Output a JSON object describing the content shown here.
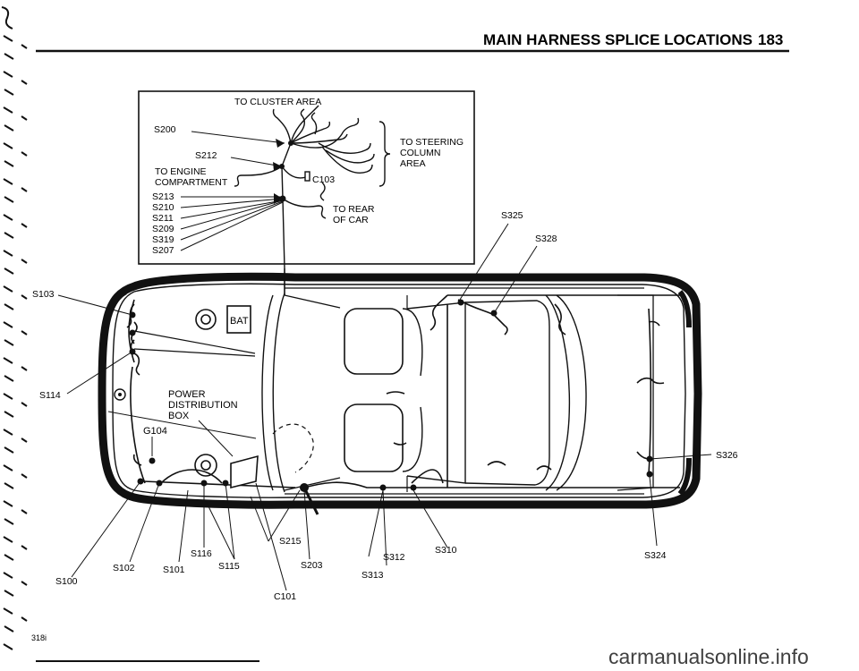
{
  "header": {
    "title": "MAIN HARNESS SPLICE LOCATIONS",
    "page_number": "183"
  },
  "inset": {
    "cluster": "TO CLUSTER AREA",
    "steering": [
      "TO STEERING",
      "COLUMN",
      "AREA"
    ],
    "engine": [
      "TO ENGINE",
      "COMPARTMENT"
    ],
    "rear": [
      "TO REAR",
      "OF CAR"
    ],
    "connector": "C103",
    "splice_top": [
      "S200",
      "S212"
    ],
    "splice_stack": [
      "S213",
      "S210",
      "S211",
      "S209",
      "S319",
      "S207"
    ]
  },
  "car": {
    "battery": "BAT",
    "power_box": [
      "POWER",
      "DISTRIBUTION",
      "BOX"
    ],
    "ground": "G104"
  },
  "callouts": {
    "s103": "S103",
    "s114": "S114",
    "s325": "S325",
    "s328": "S328",
    "s326": "S326",
    "s100": "S100",
    "s102": "S102",
    "s101": "S101",
    "s116": "S116",
    "s115": "S115",
    "s215": "S215",
    "s203": "S203",
    "c101": "C101",
    "s312": "S312",
    "s313": "S313",
    "s310": "S310",
    "s324": "S324"
  },
  "footer": {
    "model": "318i",
    "watermark": "carmanualsonline.info"
  }
}
